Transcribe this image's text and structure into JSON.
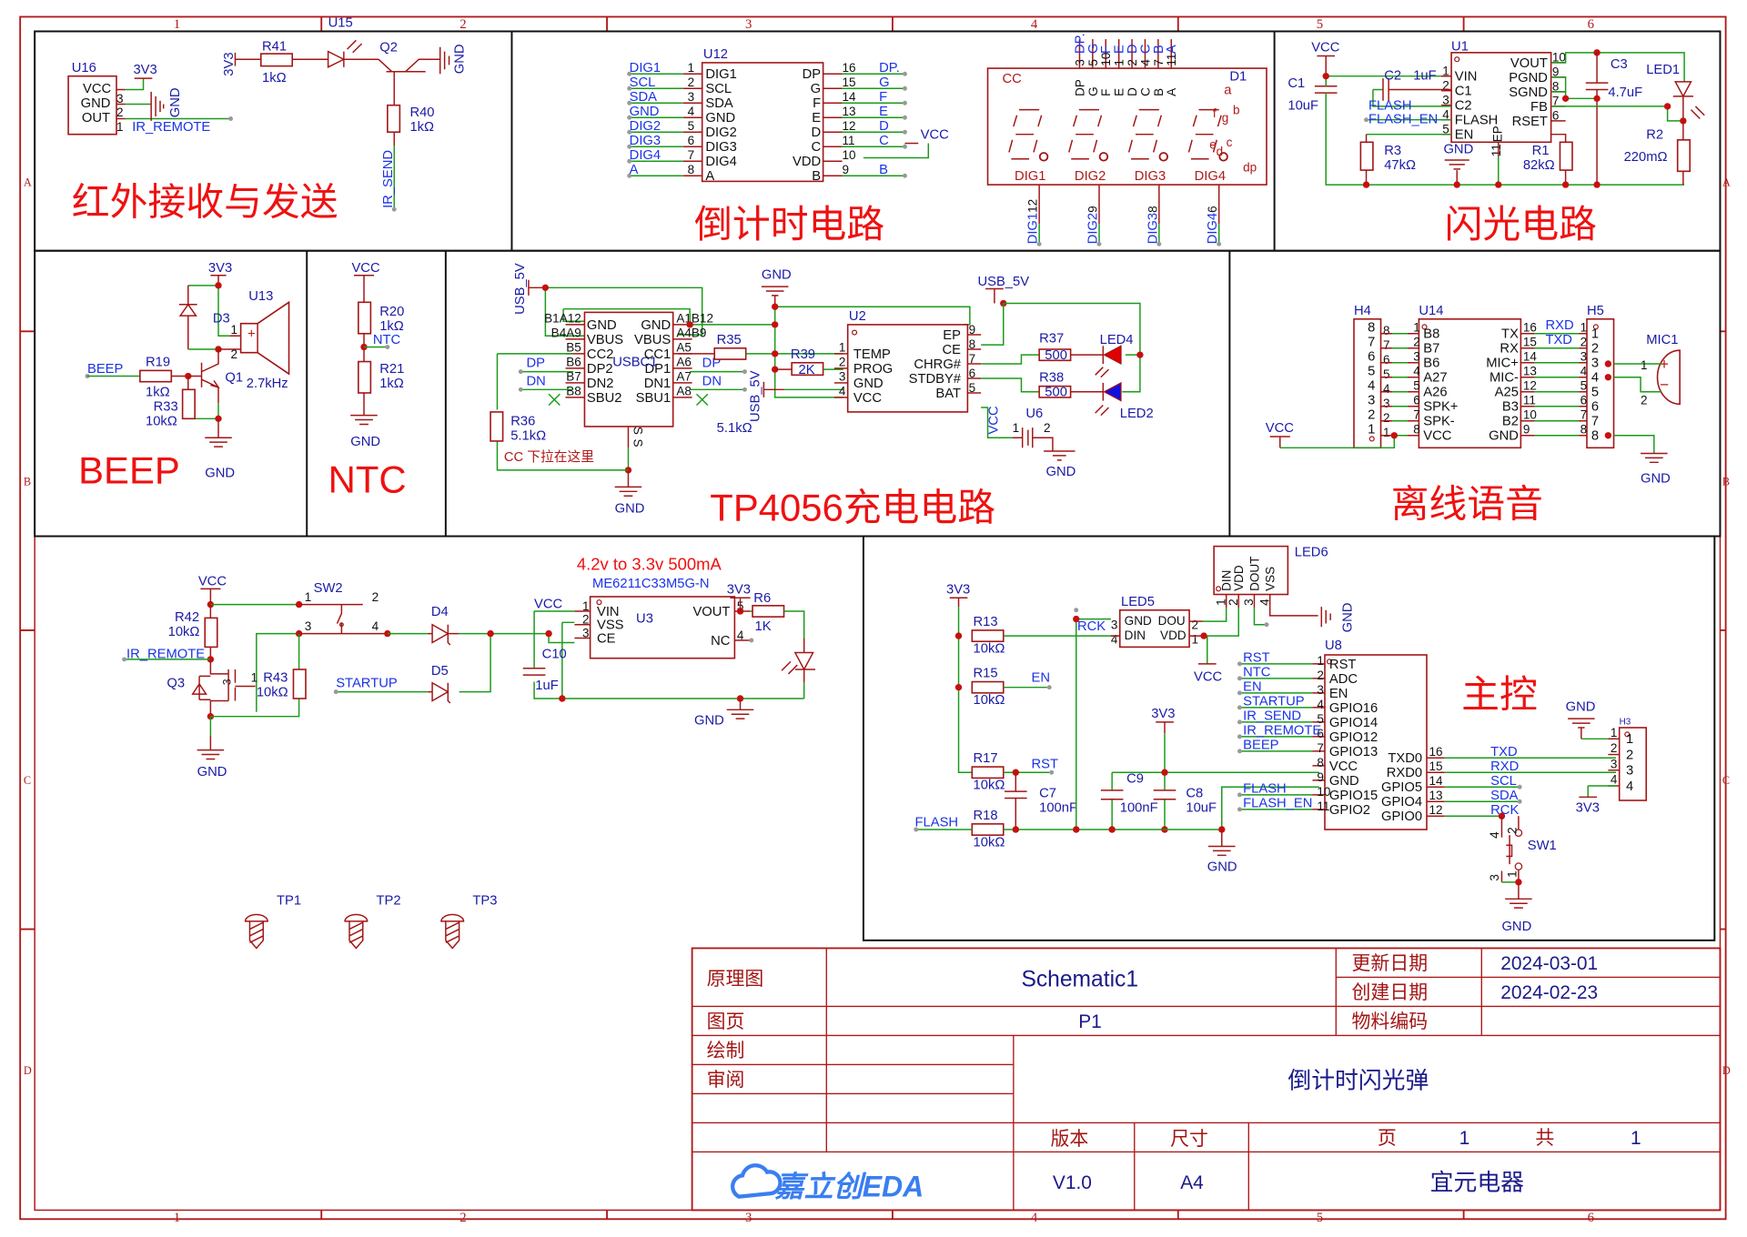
{
  "sheet": {
    "column_markers": [
      "1",
      "2",
      "3",
      "4",
      "5",
      "6"
    ],
    "row_markers": [
      "A",
      "B",
      "C",
      "D"
    ]
  },
  "sections": {
    "ir": {
      "title": "红外接收与发送",
      "U16": {
        "ref": "U16",
        "pins": [
          "VCC",
          "GND",
          "OUT"
        ],
        "pin_numbers": [
          "3",
          "2",
          "1"
        ],
        "supply": "3V3",
        "gnd": "GND",
        "net": "IR_REMOTE"
      },
      "U15": {
        "ref": "U15",
        "supply": "3V3",
        "R41": {
          "ref": "R41",
          "value": "1kΩ"
        },
        "Q2": "Q2",
        "gnd": "GND",
        "R40": {
          "ref": "R40",
          "value": "1kΩ"
        },
        "net": "IR_SEND"
      }
    },
    "countdown": {
      "title": "倒计时电路",
      "U12": {
        "ref": "U12",
        "left_pins": [
          {
            "num": "1",
            "name": "DIG1",
            "net": "DIG1"
          },
          {
            "num": "2",
            "name": "SCL",
            "net": "SCL"
          },
          {
            "num": "3",
            "name": "SDA",
            "net": "SDA"
          },
          {
            "num": "4",
            "name": "GND",
            "net": "GND"
          },
          {
            "num": "5",
            "name": "DIG2",
            "net": "DIG2"
          },
          {
            "num": "6",
            "name": "DIG3",
            "net": "DIG3"
          },
          {
            "num": "7",
            "name": "DIG4",
            "net": "DIG4"
          },
          {
            "num": "8",
            "name": "A",
            "net": "A"
          }
        ],
        "right_pins": [
          {
            "num": "16",
            "name": "DP",
            "net": "DP."
          },
          {
            "num": "15",
            "name": "G",
            "net": "G"
          },
          {
            "num": "14",
            "name": "F",
            "net": "F"
          },
          {
            "num": "13",
            "name": "E",
            "net": "E"
          },
          {
            "num": "12",
            "name": "D",
            "net": "D"
          },
          {
            "num": "11",
            "name": "C",
            "net": "C"
          },
          {
            "num": "10",
            "name": "VDD",
            "net": ""
          },
          {
            "num": "9",
            "name": "B",
            "net": "B"
          }
        ],
        "vdd_net": "VCC"
      },
      "D1": {
        "ref": "D1",
        "type": "CC",
        "top_pins": [
          {
            "num": "3",
            "name": "DP",
            "net": "DP."
          },
          {
            "num": "5",
            "name": "G",
            "net": "G"
          },
          {
            "num": "10",
            "name": "F",
            "net": "F"
          },
          {
            "num": "1",
            "name": "E",
            "net": "E"
          },
          {
            "num": "2",
            "name": "D",
            "net": "D"
          },
          {
            "num": "4",
            "name": "C",
            "net": "C"
          },
          {
            "num": "7",
            "name": "B",
            "net": "B"
          },
          {
            "num": "11",
            "name": "A",
            "net": "A"
          }
        ],
        "digits": [
          {
            "name": "DIG1",
            "num": "12",
            "net": "DIG1"
          },
          {
            "name": "DIG2",
            "num": "9",
            "net": "DIG2"
          },
          {
            "name": "DIG3",
            "num": "8",
            "net": "DIG3"
          },
          {
            "name": "DIG4",
            "num": "6",
            "net": "DIG4"
          }
        ],
        "seg_labels": {
          "a": "a",
          "b": "b",
          "c": "c",
          "d": "d",
          "e": "e",
          "f": "f",
          "g": "g",
          "dp": "dp"
        }
      }
    },
    "flash": {
      "title": "闪光电路",
      "U1": {
        "ref": "U1",
        "left_pins": [
          {
            "num": "1",
            "name": "VIN"
          },
          {
            "num": "2",
            "name": "C1"
          },
          {
            "num": "3",
            "name": "C2"
          },
          {
            "num": "4",
            "name": "FLASH"
          },
          {
            "num": "5",
            "name": "EN"
          }
        ],
        "right_pins": [
          {
            "num": "10",
            "name": "VOUT"
          },
          {
            "num": "9",
            "name": "PGND"
          },
          {
            "num": "8",
            "name": "SGND"
          },
          {
            "num": "7",
            "name": "FB"
          },
          {
            "num": "6",
            "name": "RSET"
          }
        ],
        "ep": {
          "num": "11",
          "name": "EP"
        }
      },
      "supply": "VCC",
      "gnd": "GND",
      "C1": {
        "ref": "C1",
        "value": "10uF"
      },
      "C2": {
        "ref": "C2",
        "value": "1uF"
      },
      "C3": {
        "ref": "C3",
        "value": "4.7uF"
      },
      "R3": {
        "ref": "R3",
        "value": "47kΩ"
      },
      "R1": {
        "ref": "R1",
        "value": "82kΩ"
      },
      "R2": {
        "ref": "R2",
        "value": "220mΩ"
      },
      "LED1": "LED1",
      "nets": [
        "FLASH",
        "FLASH_EN"
      ]
    },
    "beep": {
      "title": "BEEP",
      "supply": "3V3",
      "gnd": "GND",
      "net": "BEEP",
      "U13": {
        "ref": "U13",
        "value": "2.7kHz",
        "pins": [
          "1",
          "2"
        ]
      },
      "D3": "D3",
      "Q1": "Q1",
      "R19": {
        "ref": "R19",
        "value": "1kΩ"
      },
      "R33": {
        "ref": "R33",
        "value": "10kΩ"
      }
    },
    "ntc": {
      "title": "NTC",
      "supply": "VCC",
      "gnd": "GND",
      "net": "NTC",
      "R20": {
        "ref": "R20",
        "value": "1kΩ"
      },
      "R21": {
        "ref": "R21",
        "value": "1kΩ"
      }
    },
    "charger": {
      "title": "TP4056充电电路",
      "usbc": {
        "ref": "USBC1",
        "left_pin_labels": [
          "B1A12",
          "B4A9",
          "B5",
          "B6",
          "B7",
          "B8"
        ],
        "left_names": [
          "GND",
          "VBUS",
          "CC2",
          "DP2",
          "DN2",
          "SBU2"
        ],
        "right_names": [
          "GND",
          "VBUS",
          "CC1",
          "DP1",
          "DN1",
          "SBU1"
        ],
        "right_pin_labels": [
          "A1B12",
          "A4B9",
          "A5",
          "A6",
          "A7",
          "A8"
        ],
        "shield": "S"
      },
      "net_usb": "USB_5V",
      "net_dp": "DP",
      "net_dn": "DN",
      "gnd": "GND",
      "R35": {
        "ref": "R35",
        "value": "5.1kΩ"
      },
      "R36": {
        "ref": "R36",
        "value": "5.1kΩ"
      },
      "R39": {
        "ref": "R39",
        "value": "2K"
      },
      "note": "CC 下拉在这里",
      "U2": {
        "ref": "U2",
        "left_pins": [
          {
            "num": "1",
            "name": "TEMP"
          },
          {
            "num": "2",
            "name": "PROG"
          },
          {
            "num": "3",
            "name": "GND"
          },
          {
            "num": "4",
            "name": "VCC"
          }
        ],
        "right_pins": [
          {
            "num": "9",
            "name": "EP"
          },
          {
            "num": "8",
            "name": "CE"
          },
          {
            "num": "7",
            "name": "CHRG#"
          },
          {
            "num": "6",
            "name": "STDBY#"
          },
          {
            "num": "5",
            "name": "BAT"
          }
        ]
      },
      "R37": {
        "ref": "R37",
        "value": "500"
      },
      "R38": {
        "ref": "R38",
        "value": "500"
      },
      "LED4": "LED4",
      "LED2": "LED2",
      "U6": {
        "ref": "U6",
        "pins": [
          "1",
          "2"
        ],
        "net": "VCC"
      },
      "colors": {
        "led4": "#e00000",
        "led2": "#1010e0"
      }
    },
    "voice": {
      "title": "离线语音",
      "H4": {
        "ref": "H4",
        "pins": [
          "8",
          "7",
          "6",
          "5",
          "4",
          "3",
          "2",
          "1"
        ]
      },
      "U14": {
        "ref": "U14",
        "left_pins": [
          {
            "num": "1",
            "name": "B8"
          },
          {
            "num": "2",
            "name": "B7"
          },
          {
            "num": "3",
            "name": "B6"
          },
          {
            "num": "4",
            "name": "A27"
          },
          {
            "num": "5",
            "name": "A26"
          },
          {
            "num": "6",
            "name": "SPK+"
          },
          {
            "num": "7",
            "name": "SPK-"
          },
          {
            "num": "8",
            "name": "VCC"
          }
        ],
        "right_pins": [
          {
            "num": "16",
            "name": "TX"
          },
          {
            "num": "15",
            "name": "RX"
          },
          {
            "num": "14",
            "name": "MIC+"
          },
          {
            "num": "13",
            "name": "MIC-"
          },
          {
            "num": "12",
            "name": "A25"
          },
          {
            "num": "11",
            "name": "B3"
          },
          {
            "num": "10",
            "name": "B2"
          },
          {
            "num": "9",
            "name": "GND"
          }
        ]
      },
      "H5": {
        "ref": "H5",
        "pins": [
          "1",
          "2",
          "3",
          "4",
          "5",
          "6",
          "7",
          "8"
        ]
      },
      "nets": {
        "rxd": "RXD",
        "txd": "TXD"
      },
      "MIC1": {
        "ref": "MIC1",
        "pins": [
          "1",
          "2"
        ]
      },
      "supply": "VCC",
      "gnd": "GND"
    },
    "power": {
      "supply": "VCC",
      "gnd": "GND",
      "R42": {
        "ref": "R42",
        "value": "10kΩ"
      },
      "R43": {
        "ref": "R43",
        "value": "10kΩ"
      },
      "Q3": "Q3",
      "SW2": {
        "ref": "SW2",
        "pins": [
          "1",
          "2",
          "3",
          "4"
        ]
      },
      "nets": {
        "ir_remote": "IR_REMOTE",
        "startup": "STARTUP"
      },
      "D4": "D4",
      "D5": "D5",
      "ldo_note": "4.2v to 3.3v 500mA",
      "U3": {
        "ref": "U3",
        "part": "ME6211C33M5G-N",
        "left_pins": [
          {
            "num": "1",
            "name": "VIN"
          },
          {
            "num": "2",
            "name": "VSS"
          },
          {
            "num": "3",
            "name": "CE"
          }
        ],
        "right_pins": [
          {
            "num": "5",
            "name": "VOUT"
          },
          {
            "num": "4",
            "name": "NC"
          }
        ]
      },
      "C10": {
        "ref": "C10",
        "value": "1uF"
      },
      "R6": {
        "ref": "R6",
        "value": "1K"
      },
      "out": "3V3"
    },
    "mcu": {
      "title": "主控",
      "supply": "3V3",
      "gnd": "GND",
      "vcc": "VCC",
      "R13": {
        "ref": "R13",
        "value": "10kΩ"
      },
      "R15": {
        "ref": "R15",
        "value": "10kΩ"
      },
      "R17": {
        "ref": "R17",
        "value": "10kΩ"
      },
      "R18": {
        "ref": "R18",
        "value": "10kΩ"
      },
      "C7": {
        "ref": "C7",
        "value": "100nF"
      },
      "C9": {
        "ref": "C9",
        "value": "100nF"
      },
      "C8": {
        "ref": "C8",
        "value": "10uF"
      },
      "LED5": {
        "ref": "LED5",
        "pins": [
          "GND",
          "DOU",
          "DIN",
          "VDD"
        ],
        "nums": [
          "3",
          "2",
          "4",
          "1"
        ]
      },
      "LED6": {
        "ref": "LED6",
        "pins": [
          "DIN",
          "VDD",
          "DOUT",
          "VSS"
        ],
        "nums": [
          "1",
          "2",
          "3",
          "4"
        ]
      },
      "U8": {
        "ref": "U8",
        "left_pins": [
          {
            "num": "1",
            "name": "RST",
            "net": "RST"
          },
          {
            "num": "2",
            "name": "ADC",
            "net": "NTC"
          },
          {
            "num": "3",
            "name": "EN",
            "net": "EN"
          },
          {
            "num": "4",
            "name": "GPIO16",
            "net": "STARTUP"
          },
          {
            "num": "5",
            "name": "GPIO14",
            "net": "IR_SEND"
          },
          {
            "num": "6",
            "name": "GPIO12",
            "net": "IR_REMOTE"
          },
          {
            "num": "7",
            "name": "GPIO13",
            "net": "BEEP"
          },
          {
            "num": "8",
            "name": "VCC",
            "net": ""
          },
          {
            "num": "9",
            "name": "GND",
            "net": ""
          },
          {
            "num": "10",
            "name": "GPIO15",
            "net": "FLASH"
          },
          {
            "num": "11",
            "name": "GPIO2",
            "net": "FLASH_EN"
          }
        ],
        "right_pins": [
          {
            "num": "16",
            "name": "TXD0",
            "net": "TXD"
          },
          {
            "num": "15",
            "name": "RXD0",
            "net": "RXD"
          },
          {
            "num": "14",
            "name": "GPIO5",
            "net": "SCL"
          },
          {
            "num": "13",
            "name": "GPIO4",
            "net": "SDA"
          },
          {
            "num": "12",
            "name": "GPIO0",
            "net": "RCK"
          }
        ]
      },
      "nets": {
        "rck": "RCK",
        "en": "EN",
        "rst": "RST",
        "flash": "FLASH"
      },
      "H3": {
        "ref": "H3",
        "pins": [
          "1",
          "2",
          "3",
          "4"
        ]
      },
      "SW1": {
        "ref": "SW1",
        "pins": [
          "4",
          "2",
          "3",
          "1"
        ]
      }
    },
    "testpoints": [
      "TP1",
      "TP2",
      "TP3"
    ]
  },
  "title_block": {
    "label_schematic": "原理图",
    "schematic_name": "Schematic1",
    "label_updated": "更新日期",
    "updated": "2024-03-01",
    "label_created": "创建日期",
    "created": "2024-02-23",
    "label_page": "图页",
    "page": "P1",
    "label_material": "物料编码",
    "material": "",
    "label_drawn": "绘制",
    "label_review": "审阅",
    "project": "倒计时闪光弹",
    "label_version": "版本",
    "version": "V1.0",
    "label_size": "尺寸",
    "size": "A4",
    "label_sheet": "页",
    "sheet_num": "1",
    "label_total": "共",
    "sheet_total": "1",
    "company": "宜元电器",
    "logo": "嘉立创EDA"
  }
}
